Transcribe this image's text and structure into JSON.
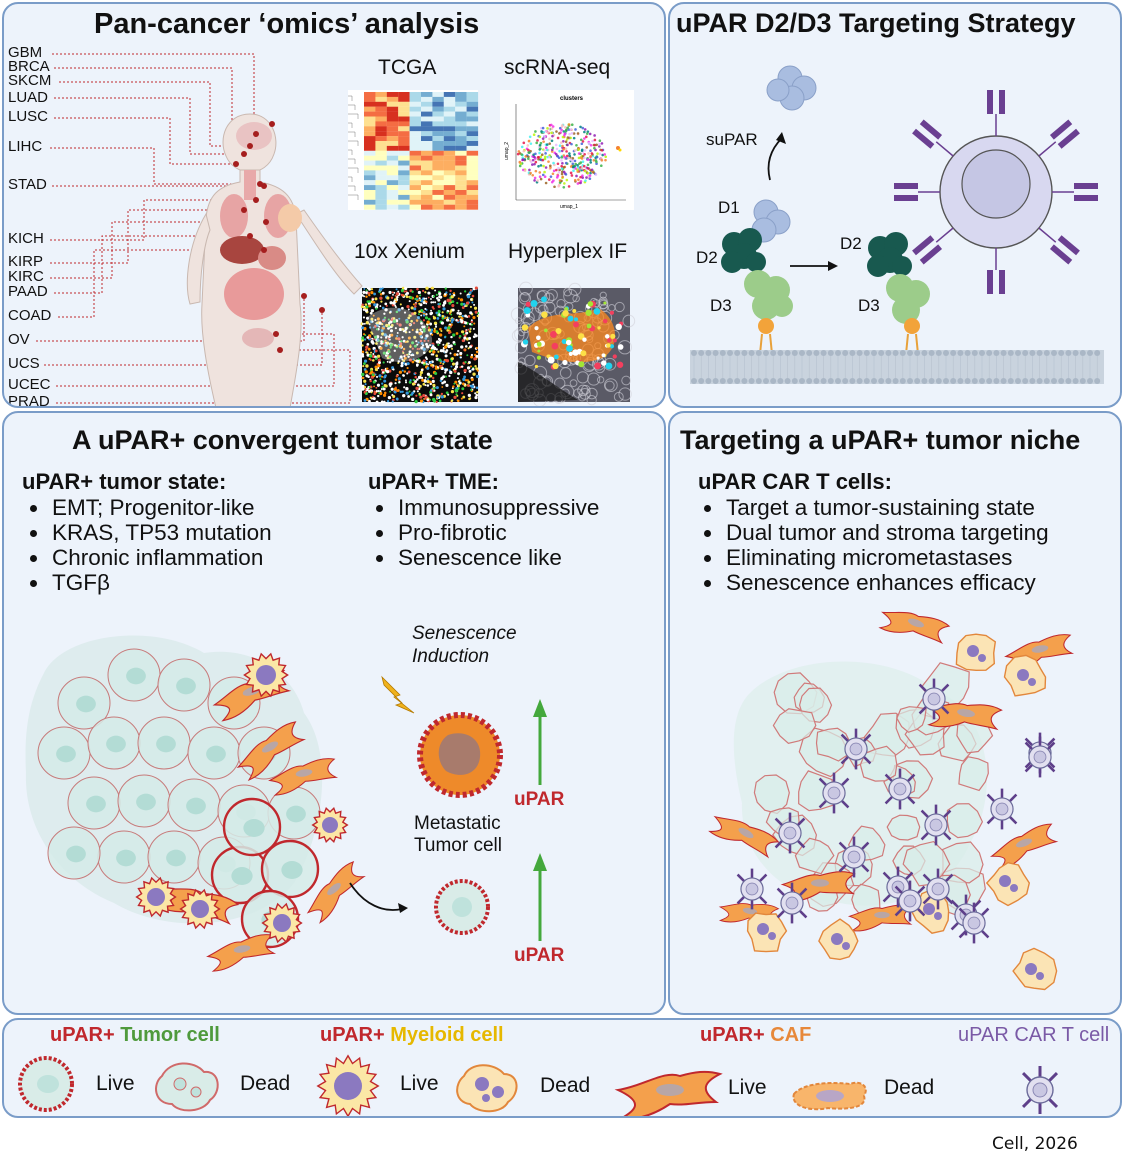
{
  "panel_omics": {
    "title": "Pan-cancer ‘omics’ analysis",
    "cancer_types": [
      "GBM",
      "BRCA",
      "SKCM",
      "LUAD",
      "LUSC",
      "LIHC",
      "STAD",
      "KICH",
      "KIRP",
      "KIRC",
      "PAAD",
      "COAD",
      "OV",
      "UCS",
      "UCEC",
      "PRAD"
    ],
    "tcga_label": "TCGA",
    "scrna_label": "scRNA-seq",
    "umap_title": "clusters",
    "umap_x_axis": "umap_1",
    "umap_y_axis": "umap_2",
    "xenium_label": "10x Xenium",
    "hyperplex_label": "Hyperplex IF"
  },
  "panel_strategy": {
    "title": "uPAR D2/D3 Targeting Strategy",
    "supar_label": "suPAR",
    "d1_label": "D1",
    "d2_label": "D2",
    "d3_label": "D3",
    "d2_right_label": "D2",
    "d3_right_label": "D3"
  },
  "panel_state": {
    "title": "A uPAR+ convergent tumor state",
    "tumor_state_heading": "uPAR+ tumor state:",
    "tumor_state_items": [
      "EMT; Progenitor-like",
      "KRAS, TP53 mutation",
      "Chronic inflammation",
      "TGFβ"
    ],
    "tme_heading": "uPAR+ TME:",
    "tme_items": [
      "Immunosuppressive",
      "Pro-fibrotic",
      "Senescence like"
    ],
    "senescence_line1": "Senescence",
    "senescence_line2": "Induction",
    "upar_label_top": "uPAR",
    "metastatic_line1": "Metastatic",
    "metastatic_line2": "Tumor cell",
    "upar_label_bottom": "uPAR"
  },
  "panel_niche": {
    "title": "Targeting a uPAR+ tumor niche",
    "heading": "uPAR CAR T cells:",
    "items": [
      "Target a tumor-sustaining state",
      "Dual tumor and stroma targeting",
      "Eliminating micrometastases",
      "Senescence enhances efficacy"
    ]
  },
  "legend": {
    "tumor_prefix": "uPAR+",
    "tumor_name": "Tumor cell",
    "myeloid_prefix": "uPAR+",
    "myeloid_name": "Myeloid cell",
    "caf_prefix": "uPAR+",
    "caf_name": "CAF",
    "cart_label": "uPAR CAR T cell",
    "live": "Live",
    "dead": "Dead"
  },
  "citation": "Cell, 2026",
  "colors": {
    "panel_bg": "#edf3fb",
    "panel_border": "#7a9cc8",
    "upar_red": "#c0282d",
    "tumor_green": "#4f9a3c",
    "myeloid_yellow": "#e6b800",
    "caf_orange": "#e7883a",
    "cart_purple": "#7a5aa6",
    "arrow_green": "#44a83c"
  }
}
